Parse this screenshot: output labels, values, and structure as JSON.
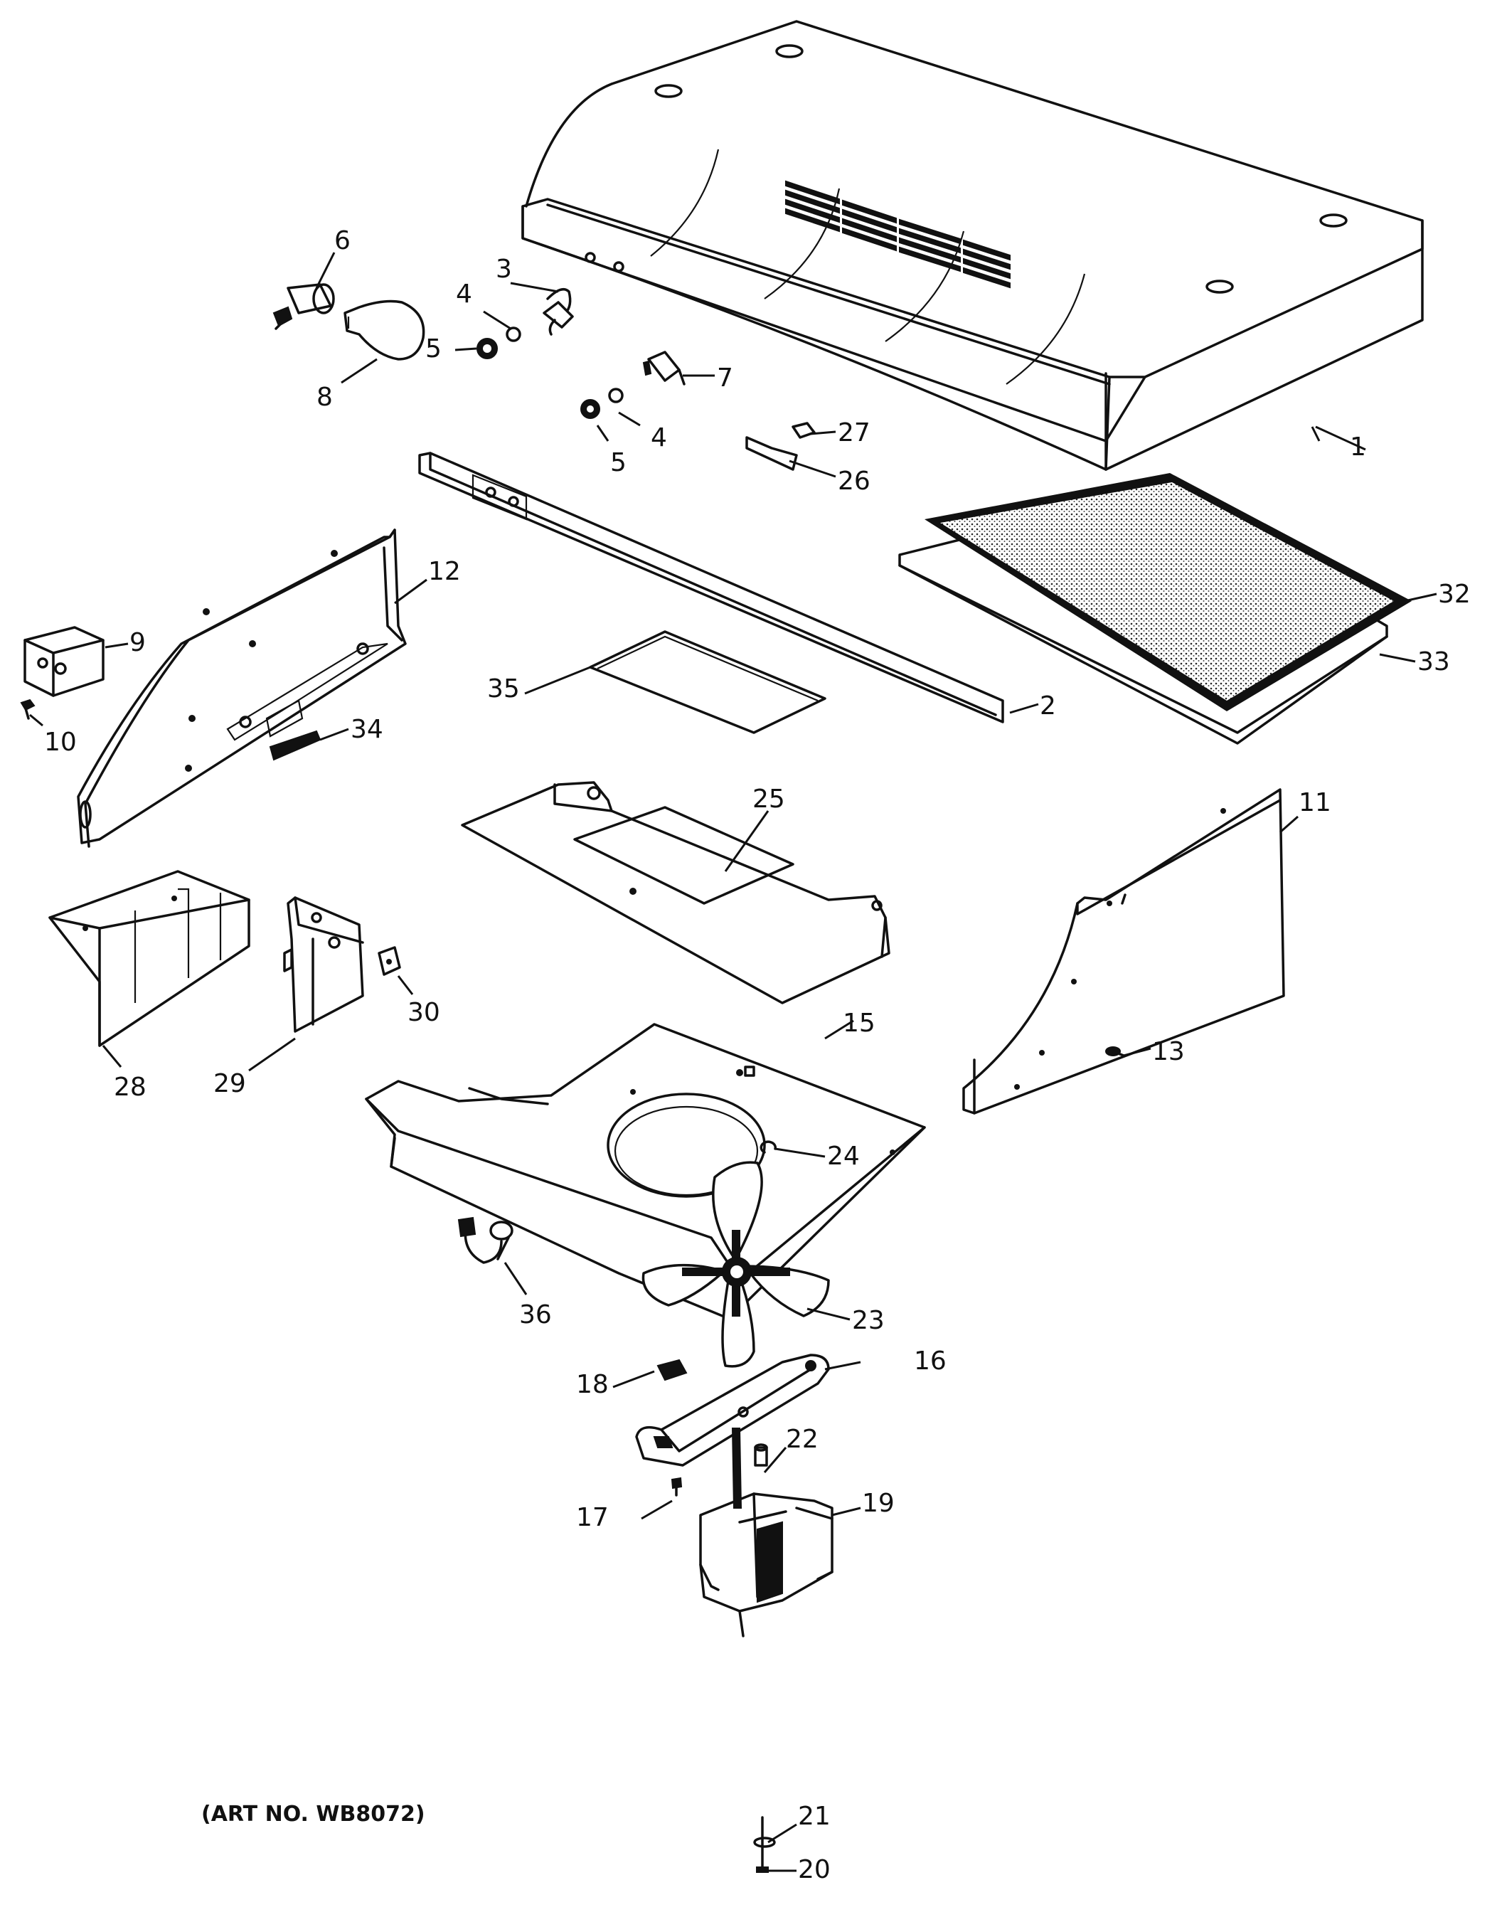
{
  "diagram": {
    "type": "exploded-parts-view",
    "art_number": "(ART NO. WB8072)",
    "callouts": [
      "1",
      "2",
      "3",
      "4",
      "4",
      "5",
      "5",
      "6",
      "7",
      "8",
      "9",
      "10",
      "11",
      "12",
      "13",
      "15",
      "16",
      "17",
      "18",
      "19",
      "20",
      "21",
      "22",
      "23",
      "24",
      "25",
      "26",
      "27",
      "28",
      "29",
      "30",
      "32",
      "33",
      "34",
      "35",
      "36"
    ]
  }
}
